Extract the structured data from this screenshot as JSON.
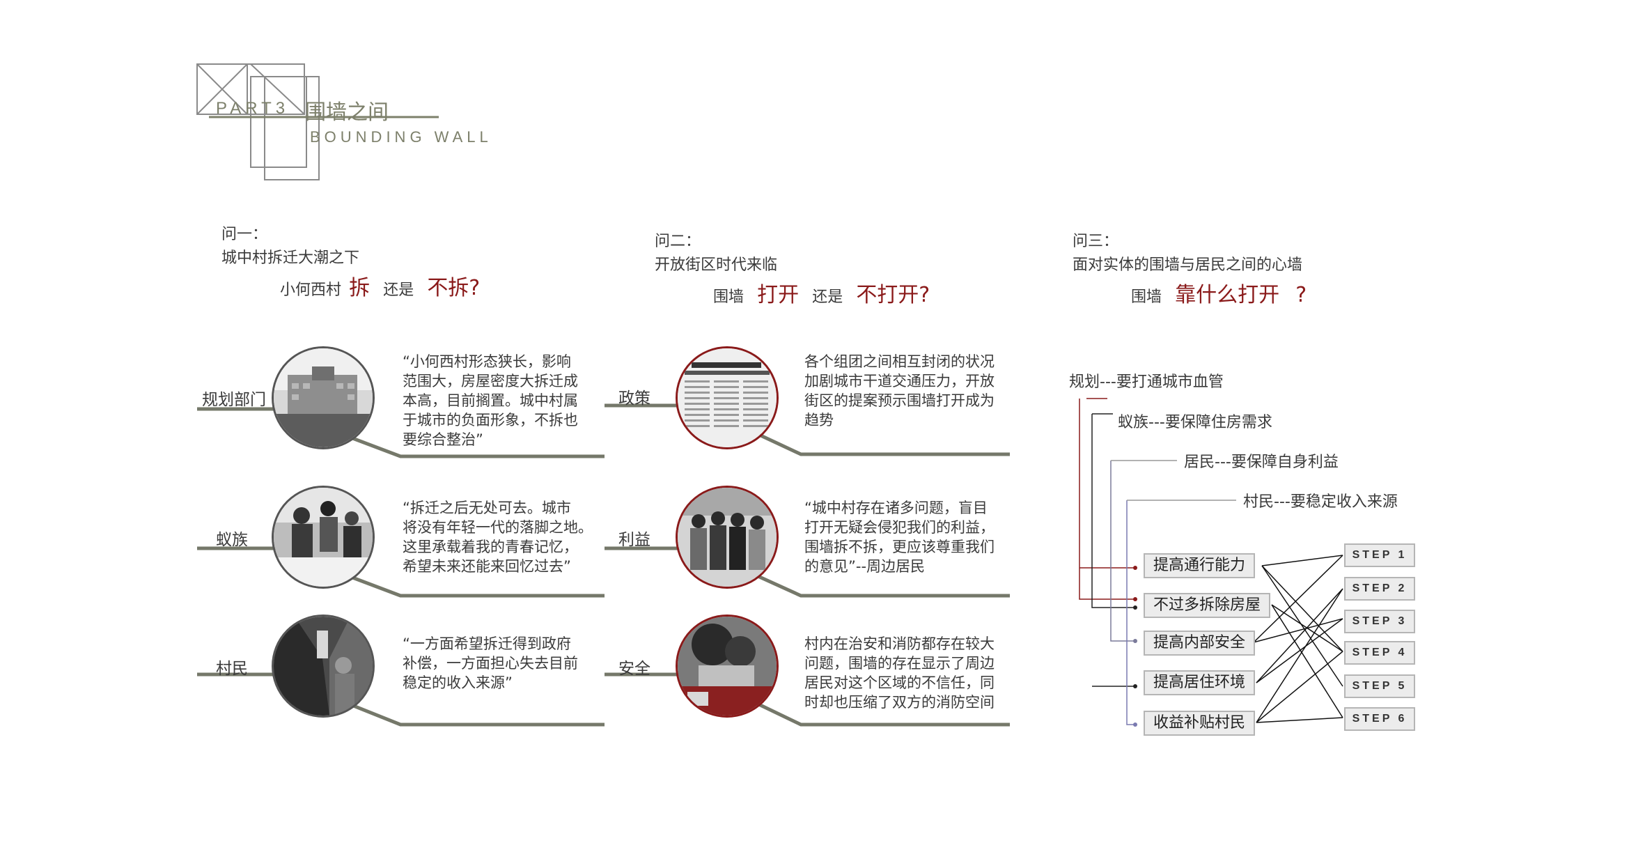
{
  "header": {
    "part_label": "PART3",
    "title_cn": "围墙之间",
    "title_en": "BOUNDING WALL"
  },
  "questions": [
    {
      "num": "问一：",
      "line1": "城中村拆迁大潮之下",
      "prefix": "小何西村",
      "hl1": "拆",
      "mid": "还是",
      "hl2": "不拆?"
    },
    {
      "num": "问二：",
      "line1": "开放街区时代来临",
      "prefix": "围墙",
      "hl1": "打开",
      "mid": "还是",
      "hl2": "不打开?"
    },
    {
      "num": "问三：",
      "line1": "面对实体的围墙与居民之间的心墙",
      "prefix": "围墙",
      "hl1": "靠什么打开",
      "mid": "",
      "hl2": "?"
    }
  ],
  "col1": [
    {
      "category": "规划部门",
      "photo": "building-photo",
      "quote": [
        "“小何西村形态狭长，影响",
        "范围大，房屋密度大拆迁成",
        "本高，目前搁置。城中村属",
        "于城市的负面形象，不拆也",
        "要综合整治”"
      ]
    },
    {
      "category": "蚁族",
      "photo": "students-photo",
      "quote": [
        "“拆迁之后无处可去。城市",
        "将没有年轻一代的落脚之地。",
        "这里承载着我的青春记忆，",
        "希望未来还能来回忆过去”"
      ]
    },
    {
      "category": "村民",
      "photo": "alley-photo",
      "quote": [
        "“一方面希望拆迁得到政府",
        "补偿，一方面担心失去目前",
        "稳定的收入来源”"
      ]
    }
  ],
  "col2": [
    {
      "category": "政策",
      "photo": "newspaper-photo",
      "quote": [
        "各个组团之间相互封闭的状况",
        "加剧城市干道交通压力，开放",
        "街区的提案预示围墙打开成为",
        "趋势"
      ]
    },
    {
      "category": "利益",
      "photo": "residents-photo",
      "quote": [
        "“城中村存在诸多问题，盲目",
        "打开无疑会侵犯我们的利益，",
        "围墙拆不拆，更应该尊重我们",
        "的意见”--周边居民"
      ]
    },
    {
      "category": "安全",
      "photo": "fire-scene-photo",
      "quote": [
        "村内在治安和消防都存在较大",
        "问题，围墙的存在显示了周边",
        "居民对这个区域的不信任，同",
        "时却也压缩了双方的消防空间"
      ]
    }
  ],
  "tree": {
    "items": [
      "规划---要打通城市血管",
      "蚁族---要保障住房需求",
      "居民---要保障自身利益",
      "村民---要稳定收入来源"
    ],
    "boxes": [
      "提高通行能力",
      "不过多拆除房屋",
      "提高内部安全",
      "提高居住环境",
      "收益补贴村民"
    ],
    "steps": [
      "STEP 1",
      "STEP 2",
      "STEP 3",
      "STEP 4",
      "STEP 5",
      "STEP 6"
    ]
  },
  "colors": {
    "accent": "#8a1a1a",
    "olive": "#7d806b",
    "line": "#75786a"
  }
}
